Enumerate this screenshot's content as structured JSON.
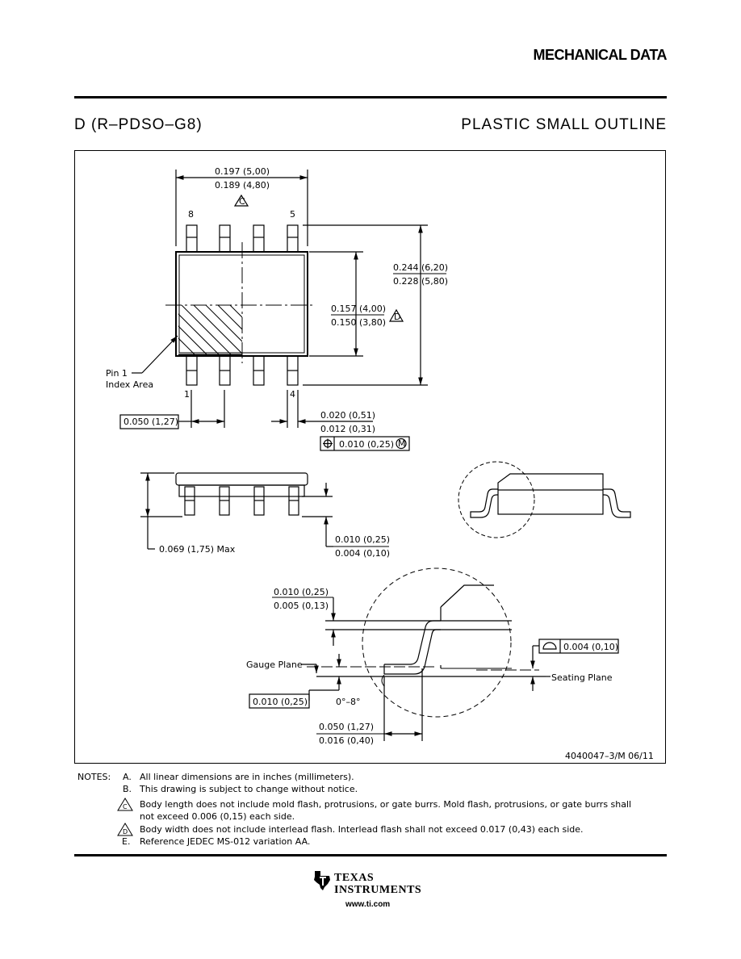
{
  "header": {
    "title": "MECHANICAL DATA"
  },
  "package": {
    "id": "D (R–PDSO–G8)",
    "description": "PLASTIC SMALL OUTLINE"
  },
  "dimensions": {
    "body_length_max": "0.197 (5,00)",
    "body_length_min": "0.189 (4,80)",
    "overall_width_max": "0.244 (6,20)",
    "overall_width_min": "0.228 (5,80)",
    "body_width_max": "0.157 (4,00)",
    "body_width_min": "0.150 (3,80)",
    "pitch": "0.050 (1,27)",
    "lead_width_max": "0.020 (0,51)",
    "lead_width_min": "0.012 (0,31)",
    "position_tolerance": "0.010 (0,25)",
    "height_max": "0.069 (1,75) Max",
    "standoff_max": "0.010 (0,25)",
    "standoff_min": "0.004 (0,10)",
    "lead_thickness_max": "0.010 (0,25)",
    "lead_thickness_min": "0.005 (0,13)",
    "gauge_dim": "0.010 (0,25)",
    "coplanarity": "0.004 (0,10)",
    "foot_length_max": "0.050 (1,27)",
    "foot_length_min": "0.016 (0,40)",
    "angle": "0°–8°"
  },
  "labels": {
    "pin8": "8",
    "pin5": "5",
    "pin1": "1",
    "pin4": "4",
    "pin1_area_line1": "Pin 1",
    "pin1_area_line2": "Index Area",
    "gauge_plane": "Gauge Plane",
    "seating_plane": "Seating Plane",
    "note_c": "C",
    "note_d": "D",
    "mmc": "M"
  },
  "drawing_number": "4040047–3/M   06/11",
  "notes": {
    "title": "NOTES:",
    "items": [
      {
        "letter": "A.",
        "text": "All linear dimensions are in inches (millimeters)."
      },
      {
        "letter": "B.",
        "text": "This drawing is subject to change without notice."
      },
      {
        "letter": "C",
        "text": "Body length does not include mold flash, protrusions, or gate burrs.  Mold flash, protrusions, or gate burrs shall",
        "text2": "not exceed 0.006 (0,15) each side."
      },
      {
        "letter": "D",
        "text": "Body width does not include interlead flash.  Interlead flash shall not exceed 0.017 (0,43) each side."
      },
      {
        "letter": "E.",
        "text": "Reference JEDEC MS-012 variation AA."
      }
    ]
  },
  "footer": {
    "logo_line1": "TEXAS",
    "logo_line2": "INSTRUMENTS",
    "website": "www.ti.com"
  }
}
